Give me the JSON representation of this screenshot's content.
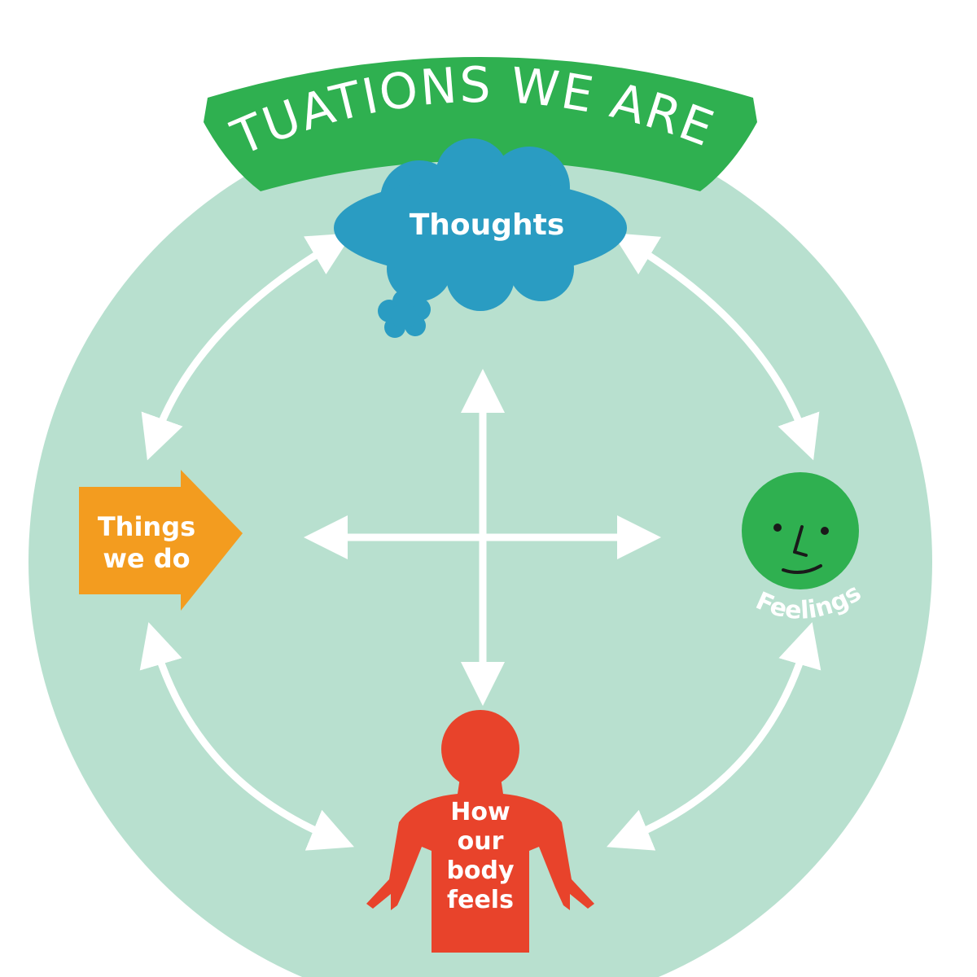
{
  "banner": {
    "title": "SITUATIONS WE ARE IN"
  },
  "nodes": {
    "thoughts": {
      "label": "Thoughts"
    },
    "things_we_do": {
      "line1": "Things",
      "line2": "we do"
    },
    "feelings": {
      "label": "Feelings"
    },
    "body": {
      "line1": "How",
      "line2": "our",
      "line3": "body",
      "line4": "feels"
    }
  },
  "colors": {
    "circle": "#b8e0cf",
    "banner": "#2fb050",
    "thoughts": "#2a9cc2",
    "things": "#f39c1f",
    "feelings": "#2fb050",
    "body": "#e8432b",
    "arrows": "#ffffff"
  }
}
